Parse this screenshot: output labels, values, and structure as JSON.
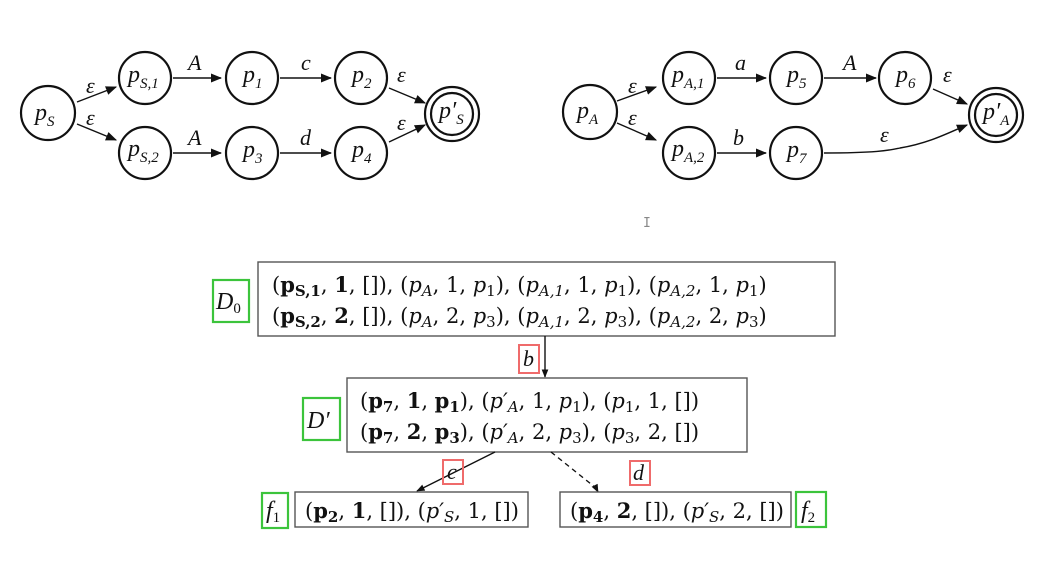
{
  "automaton_S": {
    "nodes": [
      {
        "id": "pS",
        "base": "p",
        "sub": "S"
      },
      {
        "id": "pS1",
        "base": "p",
        "sub": "S,1"
      },
      {
        "id": "pS2",
        "base": "p",
        "sub": "S,2"
      },
      {
        "id": "p1",
        "base": "p",
        "sub": "1"
      },
      {
        "id": "p2",
        "base": "p",
        "sub": "2"
      },
      {
        "id": "p3",
        "base": "p",
        "sub": "3"
      },
      {
        "id": "p4",
        "base": "p",
        "sub": "4"
      },
      {
        "id": "pS_final",
        "base": "p′",
        "sub": "S",
        "accepting": true
      }
    ],
    "edges": [
      {
        "from": "pS",
        "to": "pS1",
        "label": "ε"
      },
      {
        "from": "pS",
        "to": "pS2",
        "label": "ε"
      },
      {
        "from": "pS1",
        "to": "p1",
        "label": "A"
      },
      {
        "from": "p1",
        "to": "p2",
        "label": "c"
      },
      {
        "from": "p2",
        "to": "pS_final",
        "label": "ε"
      },
      {
        "from": "pS2",
        "to": "p3",
        "label": "A"
      },
      {
        "from": "p3",
        "to": "p4",
        "label": "d"
      },
      {
        "from": "p4",
        "to": "pS_final",
        "label": "ε"
      }
    ]
  },
  "automaton_A": {
    "nodes": [
      {
        "id": "pA",
        "base": "p",
        "sub": "A"
      },
      {
        "id": "pA1",
        "base": "p",
        "sub": "A,1"
      },
      {
        "id": "pA2",
        "base": "p",
        "sub": "A,2"
      },
      {
        "id": "p5",
        "base": "p",
        "sub": "5"
      },
      {
        "id": "p6",
        "base": "p",
        "sub": "6"
      },
      {
        "id": "p7",
        "base": "p",
        "sub": "7"
      },
      {
        "id": "pA_final",
        "base": "p′",
        "sub": "A",
        "accepting": true
      }
    ],
    "edges": [
      {
        "from": "pA",
        "to": "pA1",
        "label": "ε"
      },
      {
        "from": "pA",
        "to": "pA2",
        "label": "ε"
      },
      {
        "from": "pA1",
        "to": "p5",
        "label": "a"
      },
      {
        "from": "p5",
        "to": "p6",
        "label": "A"
      },
      {
        "from": "p6",
        "to": "pA_final",
        "label": "ε"
      },
      {
        "from": "pA2",
        "to": "p7",
        "label": "b"
      },
      {
        "from": "p7",
        "to": "pA_final",
        "label": "ε"
      }
    ]
  },
  "tree": {
    "D0": {
      "tag": "D₀",
      "line1": "(p_S,1, 1, []), (p_A, 1, p_1), (p_A,1, 1, p_1), (p_A,2, 1, p_1)",
      "line2": "(p_S,2, 2, []), (p_A, 2, p_3), (p_A,1, 2, p_3), (p_A,2, 2, p_3)"
    },
    "edge_D0_Dp": {
      "label": "b"
    },
    "Dprime": {
      "tag": "D′",
      "line1": "(p_7, 1, p_1), (p′_A, 1, p_1), (p_1, 1, [])",
      "line2": "(p_7, 2, p_3), (p′_A, 2, p_3), (p_3, 2, [])"
    },
    "edge_Dp_f1": {
      "label": "c"
    },
    "edge_Dp_f2": {
      "label": "d"
    },
    "f1": {
      "tag": "f₁",
      "line": "(p_2, 1, []), (p′_S, 1, [])"
    },
    "f2": {
      "tag": "f₂",
      "line": "(p_4, 2, []), (p′_S, 2, [])"
    }
  },
  "colors": {
    "tag_box": "#3cc43c",
    "label_box": "#ef6b6b"
  },
  "cursor": "I"
}
